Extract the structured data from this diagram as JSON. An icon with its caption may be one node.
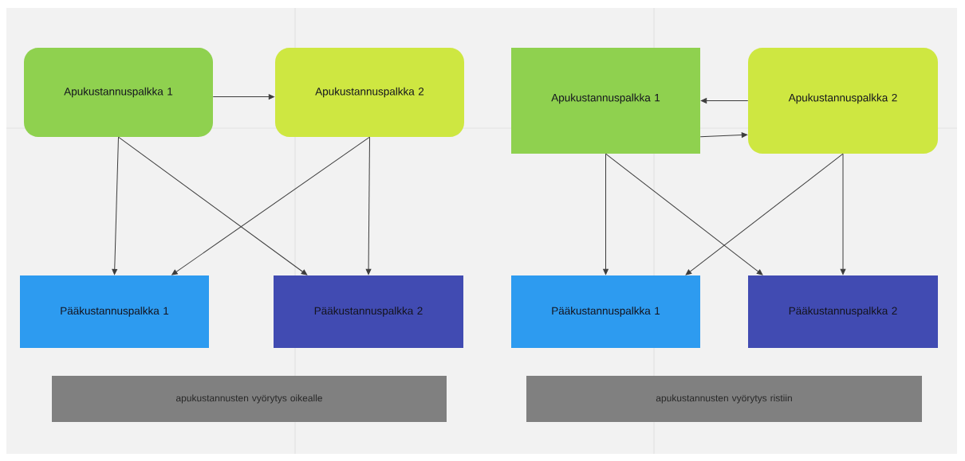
{
  "diagram": {
    "nodes": [
      {
        "text": [
          "Apukustannuspalkka 1"
        ]
      },
      {
        "text": [
          "Apukustannuspalkka 2"
        ]
      },
      {
        "text": [
          "Pääkustannuspalkka 1"
        ]
      },
      {
        "text": [
          "Pääkustannuspalkka 2"
        ]
      },
      {
        "text": [
          "apukustannusten vyörytys oikealle"
        ]
      },
      {
        "text": [
          "Apukustannuspalkka 1"
        ]
      },
      {
        "text": [
          "Apukustannuspalkka 2"
        ]
      },
      {
        "text": [
          "Pääkustannuspalkka 1"
        ]
      },
      {
        "text": [
          "Pääkustannuspalkka 2"
        ]
      },
      {
        "text": [
          "apukustannusten vyörytys ristiin"
        ]
      }
    ],
    "edges": [
      {
        "from": 0,
        "to": 1,
        "arrow": "to"
      },
      {
        "from": 0,
        "to": 2,
        "arrow": "to"
      },
      {
        "from": 0,
        "to": 3,
        "arrow": "to"
      },
      {
        "from": 1,
        "to": 2,
        "arrow": "to"
      },
      {
        "from": 1,
        "to": 3,
        "arrow": "to"
      },
      {
        "from": 6,
        "to": 5,
        "arrow": "to"
      },
      {
        "from": 5,
        "to": 6,
        "arrow": "to"
      },
      {
        "from": 5,
        "to": 7,
        "arrow": "to"
      },
      {
        "from": 5,
        "to": 8,
        "arrow": "to"
      },
      {
        "from": 6,
        "to": 7,
        "arrow": "to"
      },
      {
        "from": 6,
        "to": 8,
        "arrow": "to"
      }
    ]
  }
}
